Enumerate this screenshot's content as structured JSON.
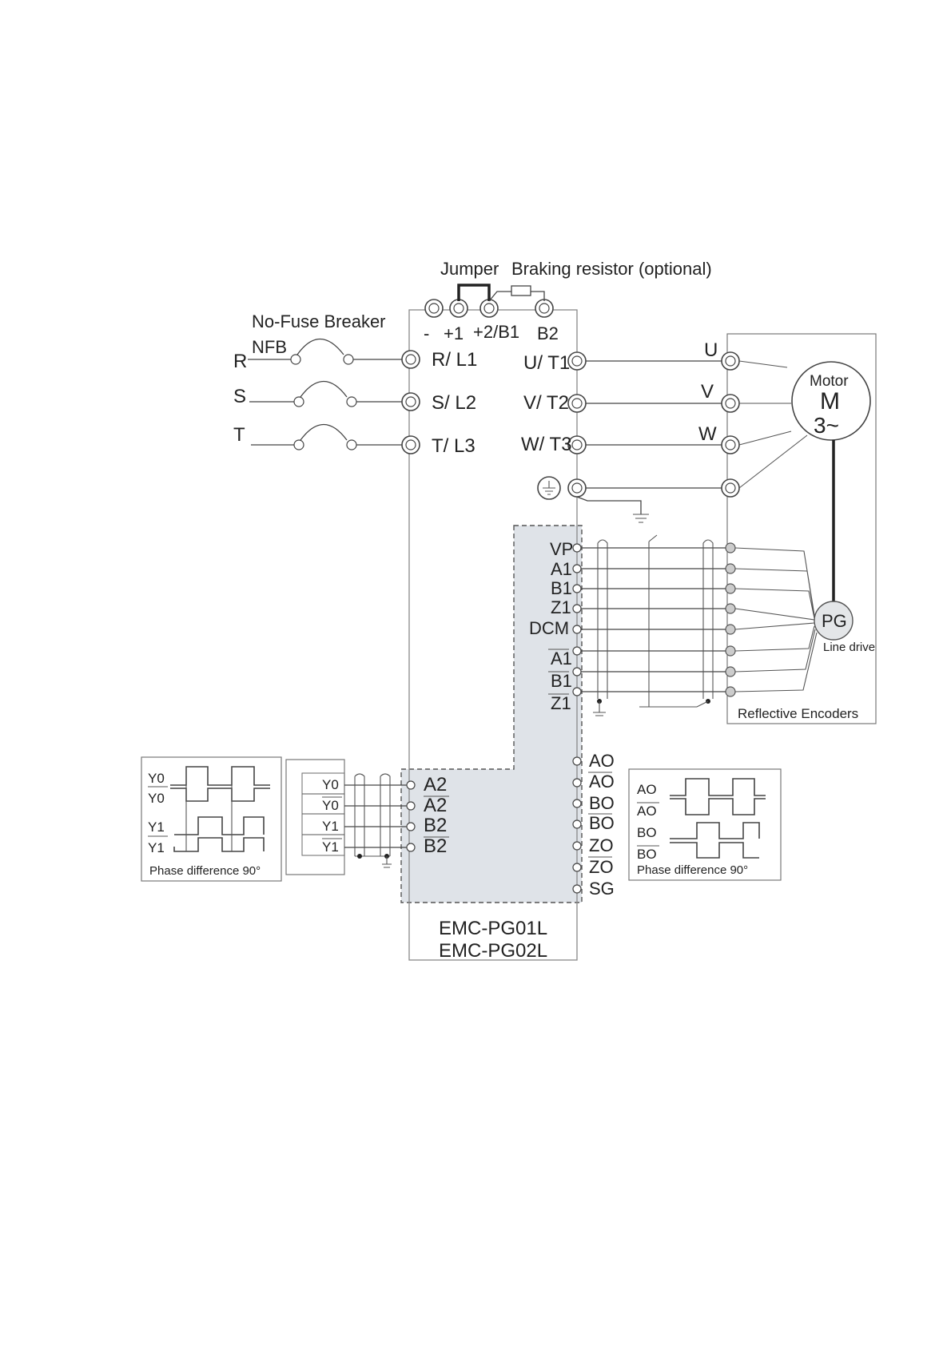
{
  "labels": {
    "jumper": "Jumper",
    "braking_resistor": "Braking resistor (optional)",
    "nfb_title": "No-Fuse Breaker",
    "nfb": "NFB",
    "phase_r": "R",
    "phase_s": "S",
    "phase_t": "T",
    "minus": "-",
    "plus1": "+1",
    "plus2b1": "+2/B1",
    "b2": "B2",
    "rl1": "R/ L1",
    "sl2": "S/ L2",
    "tl3": "T/ L3",
    "ut1": "U/ T1",
    "vt2": "V/ T2",
    "wt3": "W/ T3",
    "u": "U",
    "v": "V",
    "w": "W",
    "motor": "Motor",
    "motor_m": "M",
    "motor_phase": "3~",
    "pg": "PG",
    "line_drive": "Line drive",
    "reflective_encoders": "Reflective Encoders",
    "model1": "EMC-PG01L",
    "model2": "EMC-PG02L",
    "phase_diff_left": "Phase difference 90°",
    "phase_diff_right": "Phase difference 90°"
  },
  "pg_terminals": [
    "VP",
    "A1",
    "B1",
    "Z1",
    "DCM",
    "A1",
    "B1",
    "Z1"
  ],
  "input_terminals": [
    "A2",
    "A2",
    "B2",
    "B2"
  ],
  "output_terminals": [
    "AO",
    "AO",
    "BO",
    "BO",
    "ZO",
    "ZO",
    "SG"
  ],
  "y_signals_wave": [
    "Y0",
    "Y0",
    "Y1",
    "Y1"
  ],
  "y_signals_box": [
    "Y0",
    "Y0",
    "Y1",
    "Y1"
  ],
  "out_wave_labels": [
    "AO",
    "AO",
    "BO",
    "BO"
  ],
  "colors": {
    "shade": "#dfe3e8",
    "line": "#444444"
  }
}
